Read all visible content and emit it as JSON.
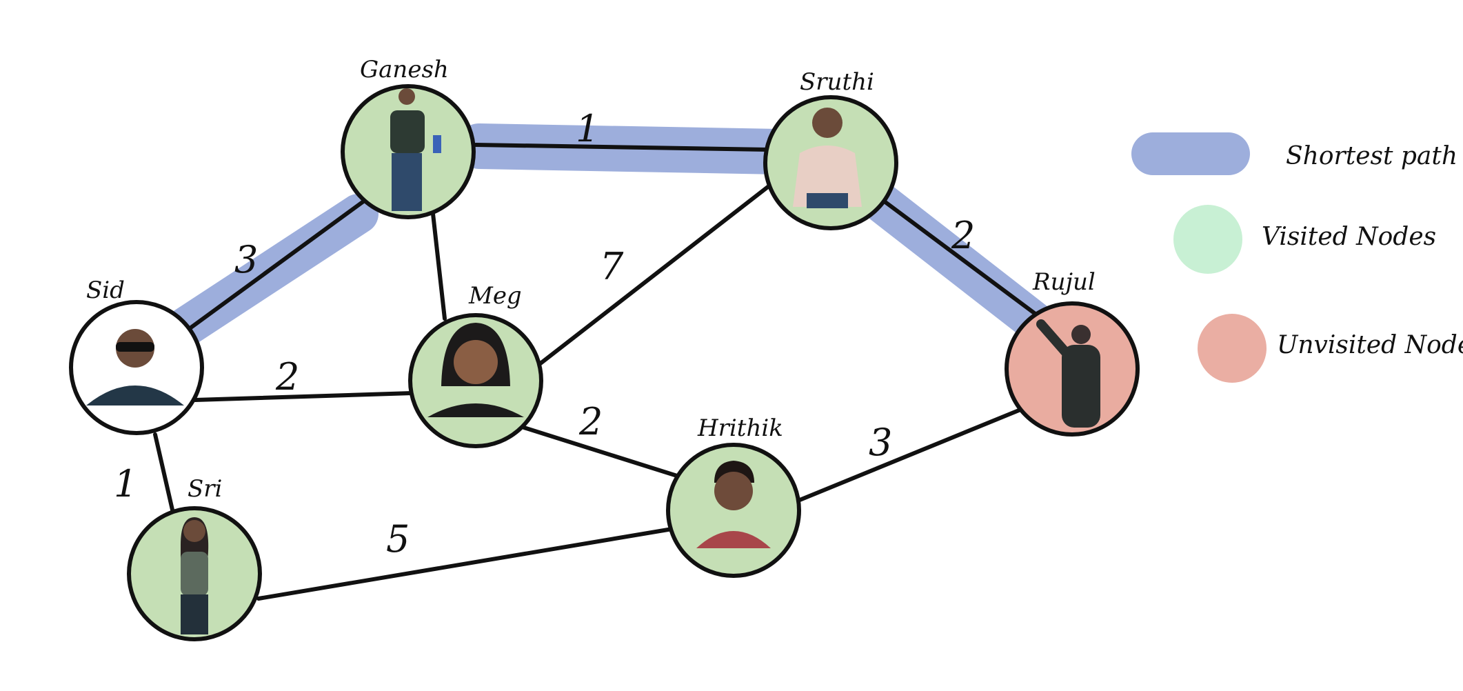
{
  "colors": {
    "shortest_path": "#9daedc",
    "visited": "#c5dfb5",
    "unvisited": "#e9aca0",
    "sid_fill": "#ffffff",
    "legend_visited": "#c8f0d4",
    "legend_unvisited": "#eaaea3",
    "edge": "#111111"
  },
  "nodes": [
    {
      "id": "ganesh",
      "label": "Ganesh",
      "status": "visited"
    },
    {
      "id": "sruthi",
      "label": "Sruthi",
      "status": "visited"
    },
    {
      "id": "sid",
      "label": "Sid",
      "status": "start"
    },
    {
      "id": "meg",
      "label": "Meg",
      "status": "visited"
    },
    {
      "id": "rujul",
      "label": "Rujul",
      "status": "unvisited"
    },
    {
      "id": "sri",
      "label": "Sri",
      "status": "visited"
    },
    {
      "id": "hrithik",
      "label": "Hrithik",
      "status": "visited"
    }
  ],
  "edges": [
    {
      "from": "sid",
      "to": "ganesh",
      "weight": "3",
      "shortest": true
    },
    {
      "from": "ganesh",
      "to": "sruthi",
      "weight": "1",
      "shortest": true
    },
    {
      "from": "sruthi",
      "to": "rujul",
      "weight": "2",
      "shortest": true
    },
    {
      "from": "ganesh",
      "to": "meg",
      "weight": "",
      "shortest": false
    },
    {
      "from": "meg",
      "to": "sruthi",
      "weight": "7",
      "shortest": false
    },
    {
      "from": "sid",
      "to": "meg",
      "weight": "2",
      "shortest": false
    },
    {
      "from": "sid",
      "to": "sri",
      "weight": "1",
      "shortest": false
    },
    {
      "from": "meg",
      "to": "hrithik",
      "weight": "2",
      "shortest": false
    },
    {
      "from": "sri",
      "to": "hrithik",
      "weight": "5",
      "shortest": false
    },
    {
      "from": "hrithik",
      "to": "rujul",
      "weight": "3",
      "shortest": false
    }
  ],
  "legend": {
    "shortest_path": "Shortest path",
    "visited": "Visited Nodes",
    "unvisited": "Unvisited Nodes"
  }
}
